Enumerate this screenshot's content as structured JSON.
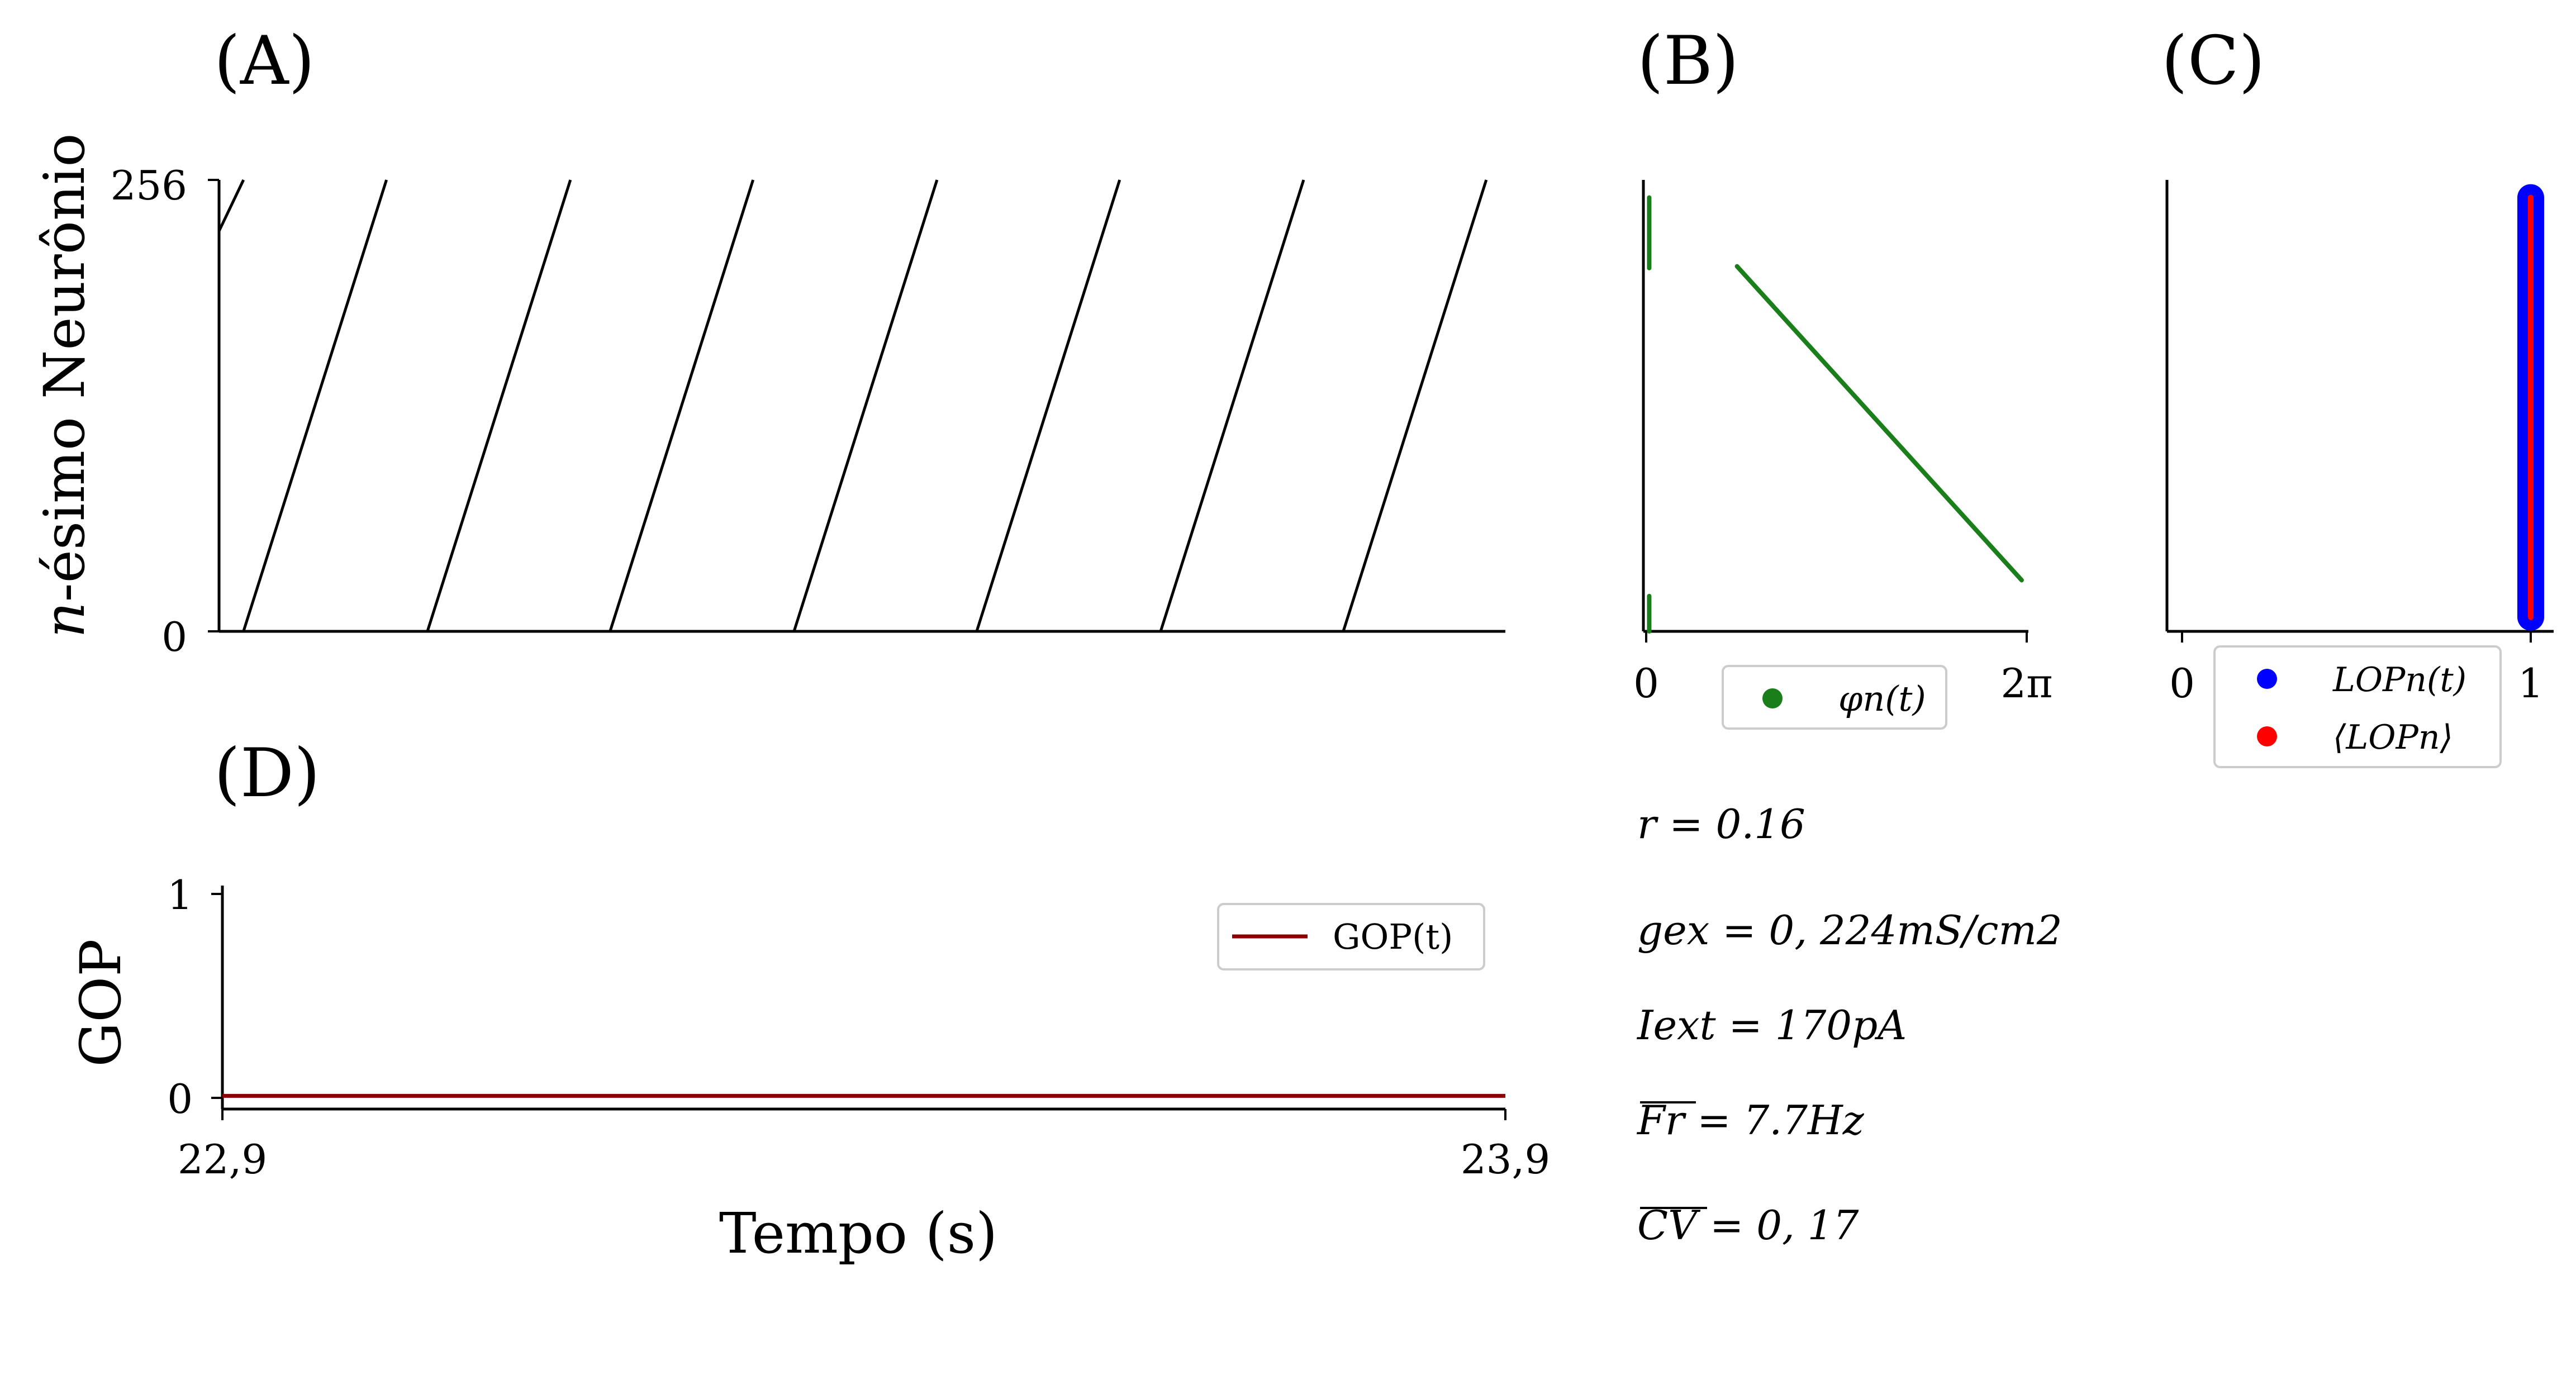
{
  "panels": {
    "A": {
      "label": "(A)",
      "ylabel": "n-ésimo Neurônio",
      "yticks": [
        "0",
        "256"
      ]
    },
    "B": {
      "label": "(B)",
      "xticks": [
        "0",
        "2π"
      ],
      "legend": "φn(t)"
    },
    "C": {
      "label": "(C)",
      "xticks": [
        "0",
        "1"
      ],
      "legend": [
        "LOPn(t)",
        "⟨LOPn⟩"
      ]
    },
    "D": {
      "label": "(D)",
      "ylabel": "GOP",
      "xlabel": "Tempo (s)",
      "yticks": [
        "0",
        "1"
      ],
      "xticks": [
        "22,9",
        "23,9"
      ],
      "legend": "GOP(t)"
    }
  },
  "params": {
    "r": "r = 0.16",
    "gex": "gex = 0, 224mS/cm2",
    "iext": "Iext = 170pA",
    "fr": "Fr = 7.7Hz",
    "cv": "CV = 0, 17"
  },
  "colors": {
    "raster": "#000000",
    "phase": "#1a7f1a",
    "lop": "#0000ff",
    "lop_mean": "#ff0000",
    "gop": "#8b0000"
  },
  "chart_data": [
    {
      "type": "scatter",
      "panel": "A",
      "description_series": "raster of spike times",
      "xlim": [
        22.9,
        23.9
      ],
      "ylim": [
        0,
        256
      ],
      "wave_bottoms_x": [
        22.919,
        23.062,
        23.204,
        23.347,
        23.489,
        23.632,
        23.774
      ],
      "wave_period": 0.1425,
      "wave_partial_top": {
        "x0": 22.9,
        "y0": 227,
        "x1": 22.919,
        "y1": 256
      },
      "last_wave_cut": {
        "x": 23.9,
        "y": 236
      }
    },
    {
      "type": "scatter",
      "panel": "B",
      "xlim": [
        0,
        6.2832
      ],
      "ylim": [
        0,
        256
      ],
      "series": [
        {
          "name": "φn(t)",
          "segments": [
            {
              "x": [
                0.05,
                0.05
              ],
              "y": [
                0,
                20
              ]
            },
            {
              "x": [
                0.05,
                0.05
              ],
              "y": [
                206,
                246
              ]
            },
            {
              "x": [
                1.5,
                6.2
              ],
              "y": [
                207,
                29
              ]
            }
          ]
        }
      ]
    },
    {
      "type": "scatter",
      "panel": "C",
      "xlim": [
        0,
        1
      ],
      "ylim": [
        0,
        256
      ],
      "series": [
        {
          "name": "LOPn(t)",
          "x": 1.0,
          "y_range": [
            8,
            246
          ]
        },
        {
          "name": "⟨LOPn⟩",
          "x": 1.0,
          "y_range": [
            8,
            246
          ]
        }
      ]
    },
    {
      "type": "line",
      "panel": "D",
      "xlim": [
        22.9,
        23.9
      ],
      "ylim": [
        0,
        1
      ],
      "series": [
        {
          "name": "GOP(t)",
          "x": [
            22.9,
            23.9
          ],
          "y": [
            0.01,
            0.01
          ]
        }
      ]
    }
  ]
}
